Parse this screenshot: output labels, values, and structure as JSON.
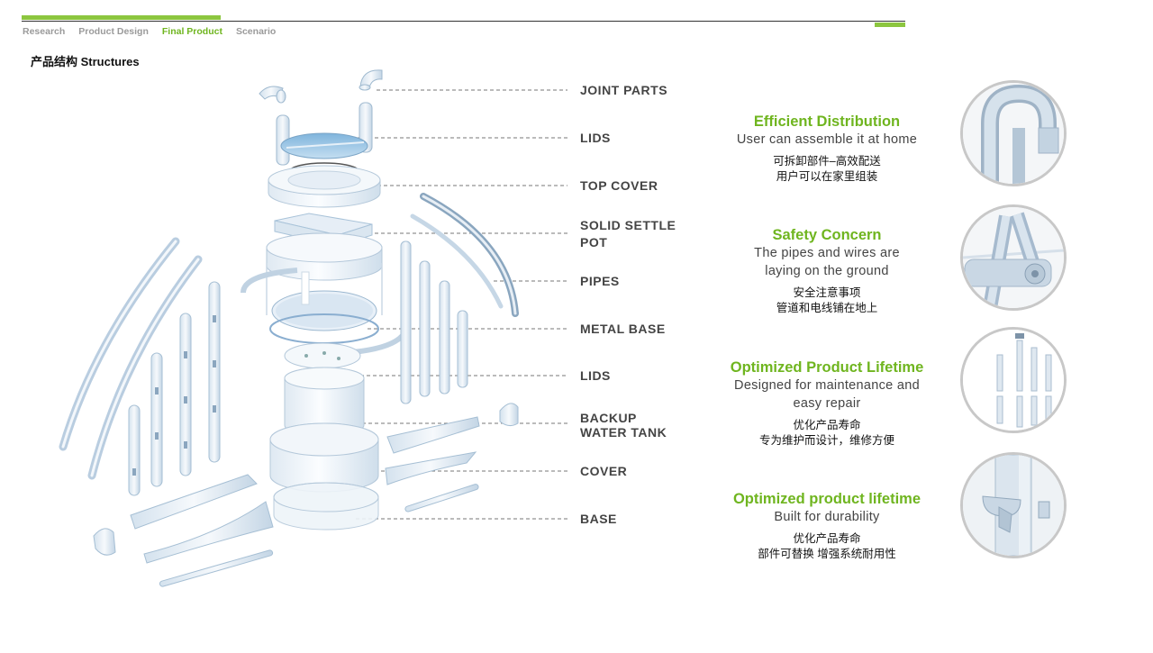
{
  "nav": {
    "tabs": [
      {
        "label": "Research",
        "active": false
      },
      {
        "label": "Product Design",
        "active": false
      },
      {
        "label": "Final Product",
        "active": true
      },
      {
        "label": "Scenario",
        "active": false
      }
    ]
  },
  "page": {
    "title": "产品结构 Structures"
  },
  "colors": {
    "accent": "#8cc63f",
    "accent_text": "#6fb51f",
    "label": "#444444",
    "part_fill": "#e9f1f8",
    "part_stroke": "#a9c3d9"
  },
  "parts": [
    {
      "label": "JOINT PARTS"
    },
    {
      "label": "LIDS"
    },
    {
      "label": "TOP COVER"
    },
    {
      "label": "SOLID SETTLE POT",
      "line1": "SOLID SETTLE",
      "line2": "POT"
    },
    {
      "label": "PIPES"
    },
    {
      "label": "METAL BASE"
    },
    {
      "label": "LIDS"
    },
    {
      "label": "BACKUP WATER TANK",
      "line1": "BACKUP",
      "line2": "WATER TANK"
    },
    {
      "label": "COVER"
    },
    {
      "label": "BASE"
    }
  ],
  "features": [
    {
      "title": "Efficient Distribution",
      "subtitle": "User can assemble it at home",
      "cn1": "可拆卸部件–高效配送",
      "cn2": "用户可以在家里组装",
      "icon": "pipe-joint-icon"
    },
    {
      "title": "Safety Concern",
      "subtitle1": "The pipes and wires are",
      "subtitle2": "laying on the ground",
      "cn1": "安全注意事项",
      "cn2": "管道和电线铺在地上",
      "icon": "pipe-elbow-icon"
    },
    {
      "title": "Optimized Product Lifetime",
      "subtitle1": "Designed for maintenance and",
      "subtitle2": "easy repair",
      "cn1": "优化产品寿命",
      "cn2": "专为维护而设计，维修方便",
      "icon": "pipe-segments-icon"
    },
    {
      "title": "Optimized product lifetime",
      "subtitle": "Built for durability",
      "cn1": "优化产品寿命",
      "cn2": "部件可替换 增强系统耐用性",
      "icon": "pipe-cup-icon"
    }
  ]
}
